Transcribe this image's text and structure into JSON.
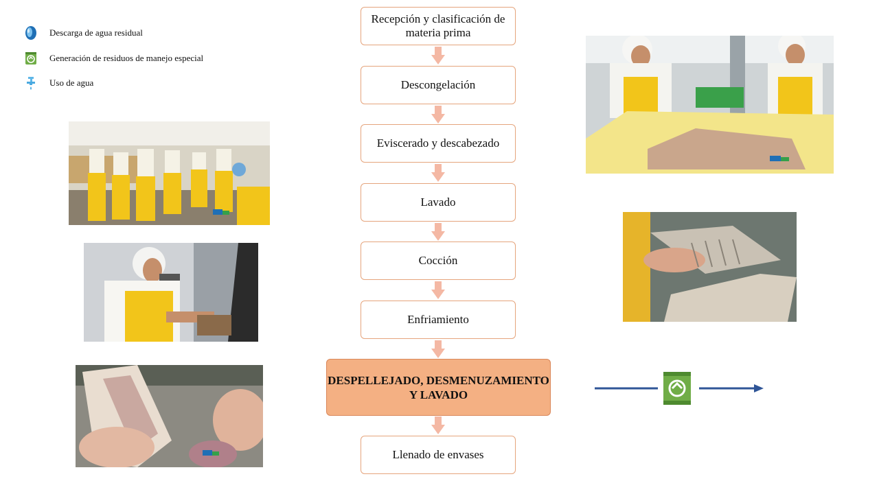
{
  "legend": [
    {
      "icon": "water-discharge-icon",
      "label": "Descarga de agua residual"
    },
    {
      "icon": "special-waste-icon",
      "label": "Generación de residuos de manejo especial"
    },
    {
      "icon": "water-use-icon",
      "label": "Uso de agua"
    }
  ],
  "steps": [
    {
      "label": "Recepción y clasificación de materia prima"
    },
    {
      "label": "Descongelación"
    },
    {
      "label": "Eviscerado y descabezado"
    },
    {
      "label": "Lavado"
    },
    {
      "label": "Cocción"
    },
    {
      "label": "Enfriamiento"
    },
    {
      "label": "DESPELLEJADO, DESMENUZAMIENTO Y LAVADO"
    },
    {
      "label": "Llenado de envases"
    }
  ],
  "colors": {
    "step_border": "#e5a47c",
    "highlight_fill": "#f4b083",
    "arrow_fill": "#f4b8a4",
    "flow_line": "#2f5597",
    "recycle_green": "#70ad47"
  }
}
